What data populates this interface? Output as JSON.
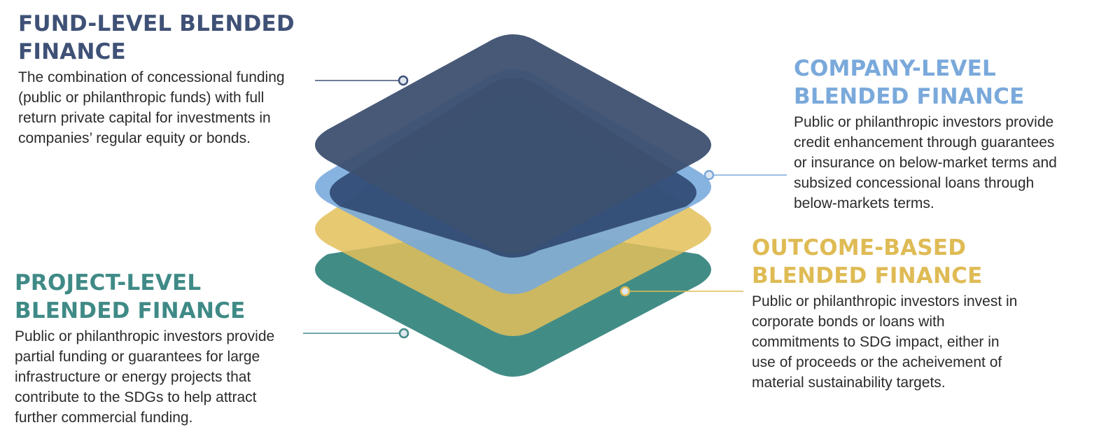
{
  "colors": {
    "fund": "#3d5070",
    "fund_layer": "#233a63",
    "company": "#76a8dc",
    "outcome": "#e3bf59",
    "project": "#2e8079",
    "project_heading": "#3f8a86",
    "company_heading": "#7aa9db",
    "outcome_heading": "#dfbb55",
    "fund_heading": "#3f5176"
  },
  "fund": {
    "title_line1": "FUND-LEVEL BLENDED",
    "title_line2": "FINANCE",
    "desc_line1": "The combination of concessional funding",
    "desc_line2": "(public or philanthropic funds) with full",
    "desc_line3": "return private capital for investments in",
    "desc_line4": "companies’ regular equity or bonds."
  },
  "company": {
    "title_line1": "COMPANY-LEVEL",
    "title_line2": "BLENDED FINANCE",
    "desc_line1": "Public or philanthropic investors provide",
    "desc_line2": "credit enhancement through guarantees",
    "desc_line3": "or insurance on below-market terms and",
    "desc_line4": "subsized concessional loans through",
    "desc_line5": "below-markets terms."
  },
  "project": {
    "title_line1": "PROJECT-LEVEL",
    "title_line2": "BLENDED FINANCE",
    "desc_line1": "Public or philanthropic investors provide",
    "desc_line2": "partial funding or guarantees for large",
    "desc_line3": "infrastructure or energy projects that",
    "desc_line4": "contribute to the SDGs to help attract",
    "desc_line5": "further commercial funding."
  },
  "outcome": {
    "title_line1": "OUTCOME-BASED",
    "title_line2": "BLENDED FINANCE",
    "desc_line1": "Public or philanthropic investors invest in",
    "desc_line2": "corporate bonds or loans with",
    "desc_line3": "commitments to SDG impact, either in",
    "desc_line4": "use of proceeds or the acheivement of",
    "desc_line5": "material sustainability targets."
  }
}
